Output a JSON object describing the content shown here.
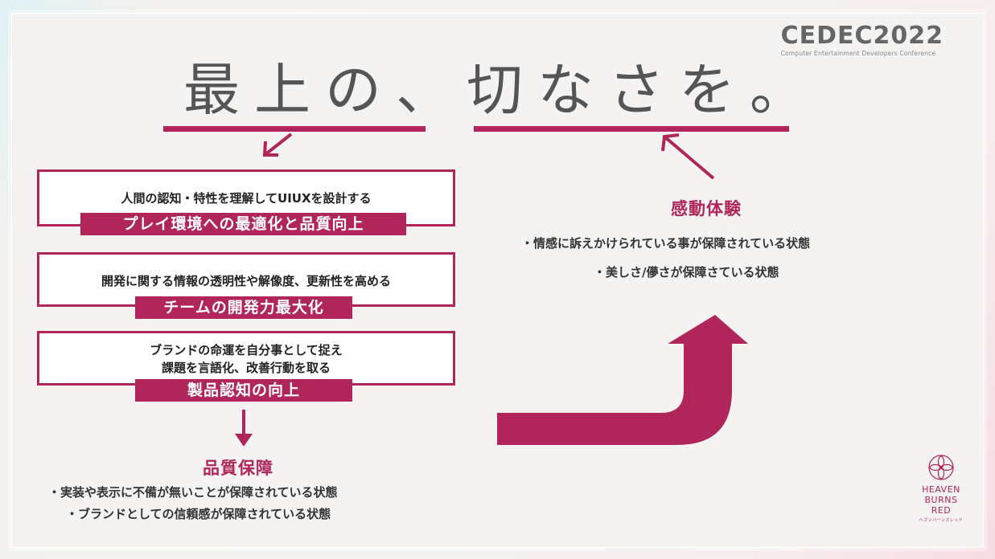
{
  "logo": {
    "cedec_main": "CEDEC2022",
    "cedec_sub": "Computer Entertainment Developers Conference",
    "game_line1": "HEAVEN",
    "game_line2": "BURNS",
    "game_line3": "RED",
    "game_sub": "ヘブンバーンズレッド"
  },
  "headline": "最上の、切なさを。",
  "boxes": [
    {
      "lines": [
        "人間の認知・特性を理解してUIUXを設計する"
      ],
      "tag": "プレイ環境への最適化と品質向上"
    },
    {
      "lines": [
        "開発に関する情報の透明性や解像度、更新性を高める"
      ],
      "tag": "チームの開発力最大化"
    },
    {
      "lines": [
        "ブランドの命運を自分事として捉え",
        "課題を言語化、改善行動を取る"
      ],
      "tag": "製品認知の向上"
    }
  ],
  "quality": {
    "title": "品質保障",
    "bullets": [
      "・実装や表示に不備が無いことが保障されている状態",
      "・ブランドとしての信頼感が保障されている状態"
    ]
  },
  "emotion": {
    "title": "感動体験",
    "bullets": [
      "・情感に訴えかけられている事が保障されている状態",
      "・美しさ/儚さが保障さている状態"
    ]
  },
  "colors": {
    "accent": "#b0265a",
    "text": "#333333",
    "headline": "#555555"
  }
}
